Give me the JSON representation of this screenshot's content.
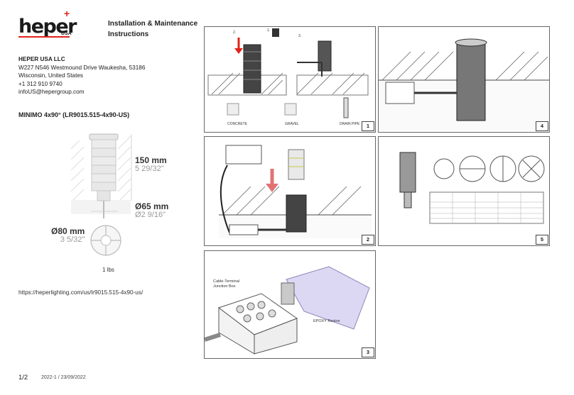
{
  "brand": {
    "name": "heper",
    "sub": "USA",
    "plus": "+",
    "accent": "#e2231a"
  },
  "doc": {
    "title_line1": "Installation & Maintenance",
    "title_line2": "Instructions"
  },
  "company": {
    "name": "HEPER USA LLC",
    "address1": "W227 N546 Westmound Drive Waukesha, 53186",
    "address2": "Wisconsin, United States",
    "phone": "+1 312 910 9740",
    "email": "infoUS@hepergroup.com"
  },
  "product": {
    "name": "MINIMO 4x90° (LR9015.515-4x90-US)"
  },
  "dimensions": {
    "height_mm": "150 mm",
    "height_in": "5 29/32\"",
    "diameter_mm": "Ø65 mm",
    "diameter_in": "Ø2 9/16\"",
    "head_mm": "Ø80 mm",
    "head_in": "3 5/32\""
  },
  "weight": "1 lbs",
  "url": "https://heperlighting.com/us/lr9015.515-4x90-us/",
  "footer": {
    "page": "1/2",
    "version": "2022-1 / 23/09/2022"
  },
  "panels": {
    "p1": {
      "number": "1",
      "steps": [
        "1.",
        "2.",
        "3."
      ],
      "labels": [
        "CONCRETE",
        "GRAVEL",
        "DRAIN PIPE"
      ]
    },
    "p2": {
      "number": "2"
    },
    "p3": {
      "number": "3",
      "label_junction_1": "Cable-Terminal",
      "label_junction_2": "Junction Box",
      "label_epoxy": "EPOXY Resine"
    },
    "p4": {
      "number": "4"
    },
    "p5": {
      "number": "5"
    }
  }
}
